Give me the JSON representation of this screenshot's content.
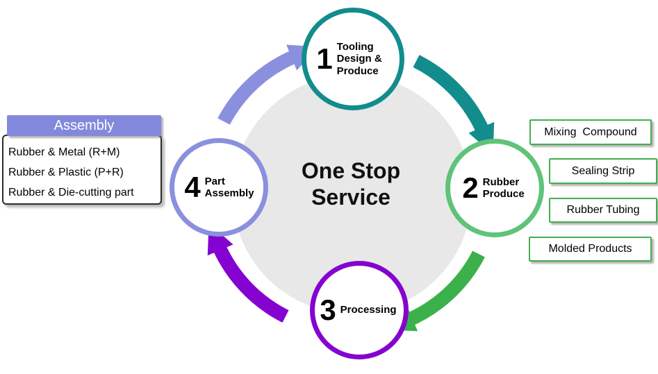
{
  "center_title": {
    "line1": "One Stop",
    "line2": "Service"
  },
  "steps": [
    {
      "number": "1",
      "label": "Tooling Design & Produce",
      "color": "#128c8c"
    },
    {
      "number": "2",
      "label": "Rubber Produce",
      "color": "#5fc379"
    },
    {
      "number": "3",
      "label": "Processing",
      "color": "#8403d1"
    },
    {
      "number": "4",
      "label": "Part Assembly",
      "color": "#8a90de"
    }
  ],
  "assembly_panel": {
    "header": "Assembly",
    "header_color": "#8289dc",
    "items": [
      "Rubber & Metal (R+M)",
      "Rubber & Plastic (P+R)",
      "Rubber & Die-cutting part"
    ]
  },
  "product_boxes": [
    "Mixing  Compound",
    "Sealing Strip",
    "Rubber Tubing",
    "Molded Products"
  ],
  "arrow_colors": {
    "step4_to_step1": "#8a90de",
    "step1_to_step2": "#128c8c",
    "step2_to_step3": "#3cb14b",
    "step3_to_step4": "#8403d1"
  },
  "center_circle_color": "#e8e8e8"
}
